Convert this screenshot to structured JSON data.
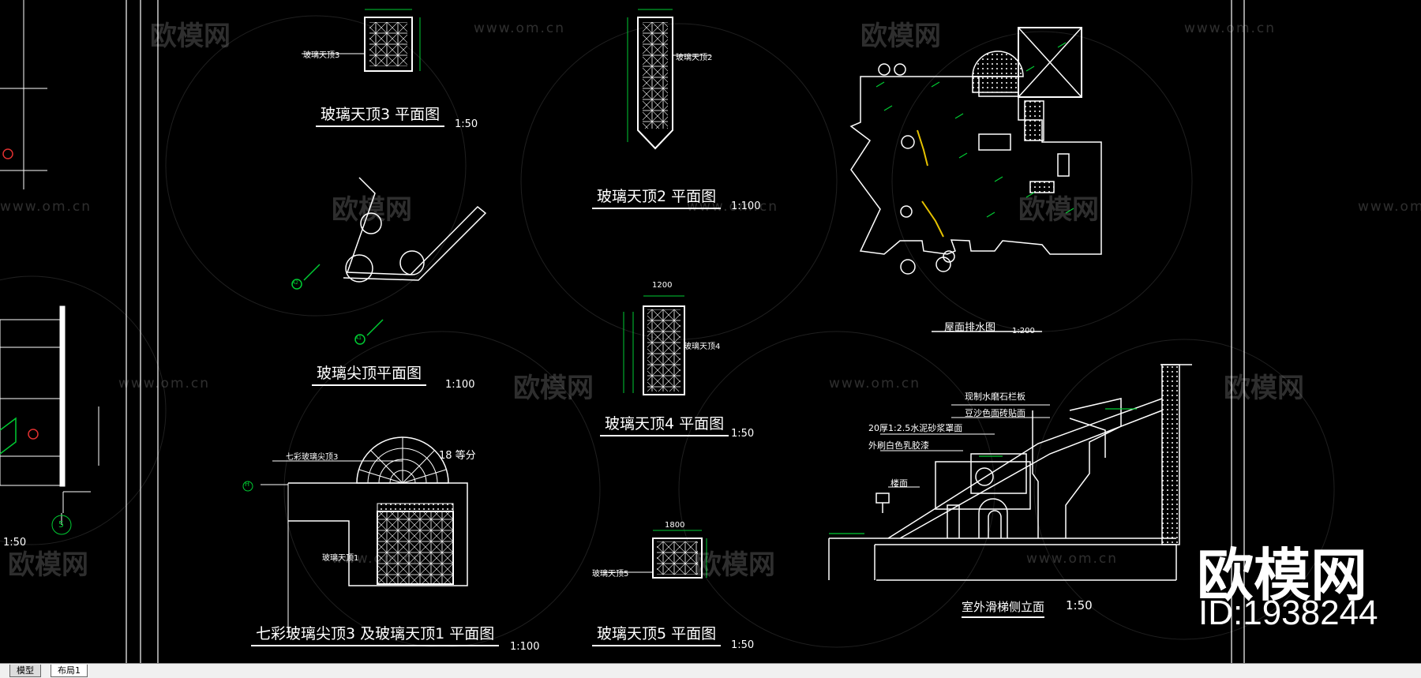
{
  "drawings": {
    "glass_roof_3_label": "玻璃天顶3",
    "glass_roof_3_title": "玻璃天顶3 平面图",
    "glass_roof_3_scale": "1:50",
    "glass_roof_2_label": "玻璃天顶2",
    "glass_roof_2_title": "玻璃天顶2 平面图",
    "glass_roof_2_scale": "1:100",
    "glass_peak_title": "玻璃尖顶平面图",
    "glass_peak_scale": "1:100",
    "glass_roof_4_label": "玻璃天顶4",
    "glass_roof_4_title": "玻璃天顶4 平面图",
    "glass_roof_4_scale": "1:50",
    "glass_roof_5_label": "玻璃天顶5",
    "glass_roof_5_title": "玻璃天顶5 平面图",
    "glass_roof_5_scale": "1:50",
    "color_peak_label": "七彩玻璃尖顶3",
    "divisions_label": "18  等分",
    "glass_roof_1_label": "玻璃天顶1",
    "color_peak_title": "七彩玻璃尖顶3 及玻璃天顶1 平面图",
    "color_peak_scale": "1:100",
    "roof_drainage_title": "屋面排水图",
    "roof_drainage_scale": "1:200",
    "slide_title": "室外滑梯侧立面",
    "slide_scale": "1:50",
    "note_1": "现制水磨石栏板",
    "note_2": "豆沙色面砖贴面",
    "note_3": "20厚1:2.5水泥砂浆罩面",
    "note_4": "外刷白色乳胶漆",
    "note_5": "楼面",
    "left_scale": "1:50",
    "axis_h": "H",
    "axis_5": "5",
    "axis_a1": "A1",
    "axis_a2": "A2",
    "dim_1200": "1200",
    "dim_1800": "1800"
  },
  "watermark": {
    "text": "欧模网",
    "url": "www.om.cn",
    "brand": "欧模网",
    "id": "ID:1938244"
  },
  "tabs": [
    {
      "label": "模型"
    },
    {
      "label": "布局1"
    }
  ],
  "colors": {
    "background": "#000000",
    "line": "#ffffff",
    "accent": "#00cc33",
    "yellow": "#e6c200"
  }
}
